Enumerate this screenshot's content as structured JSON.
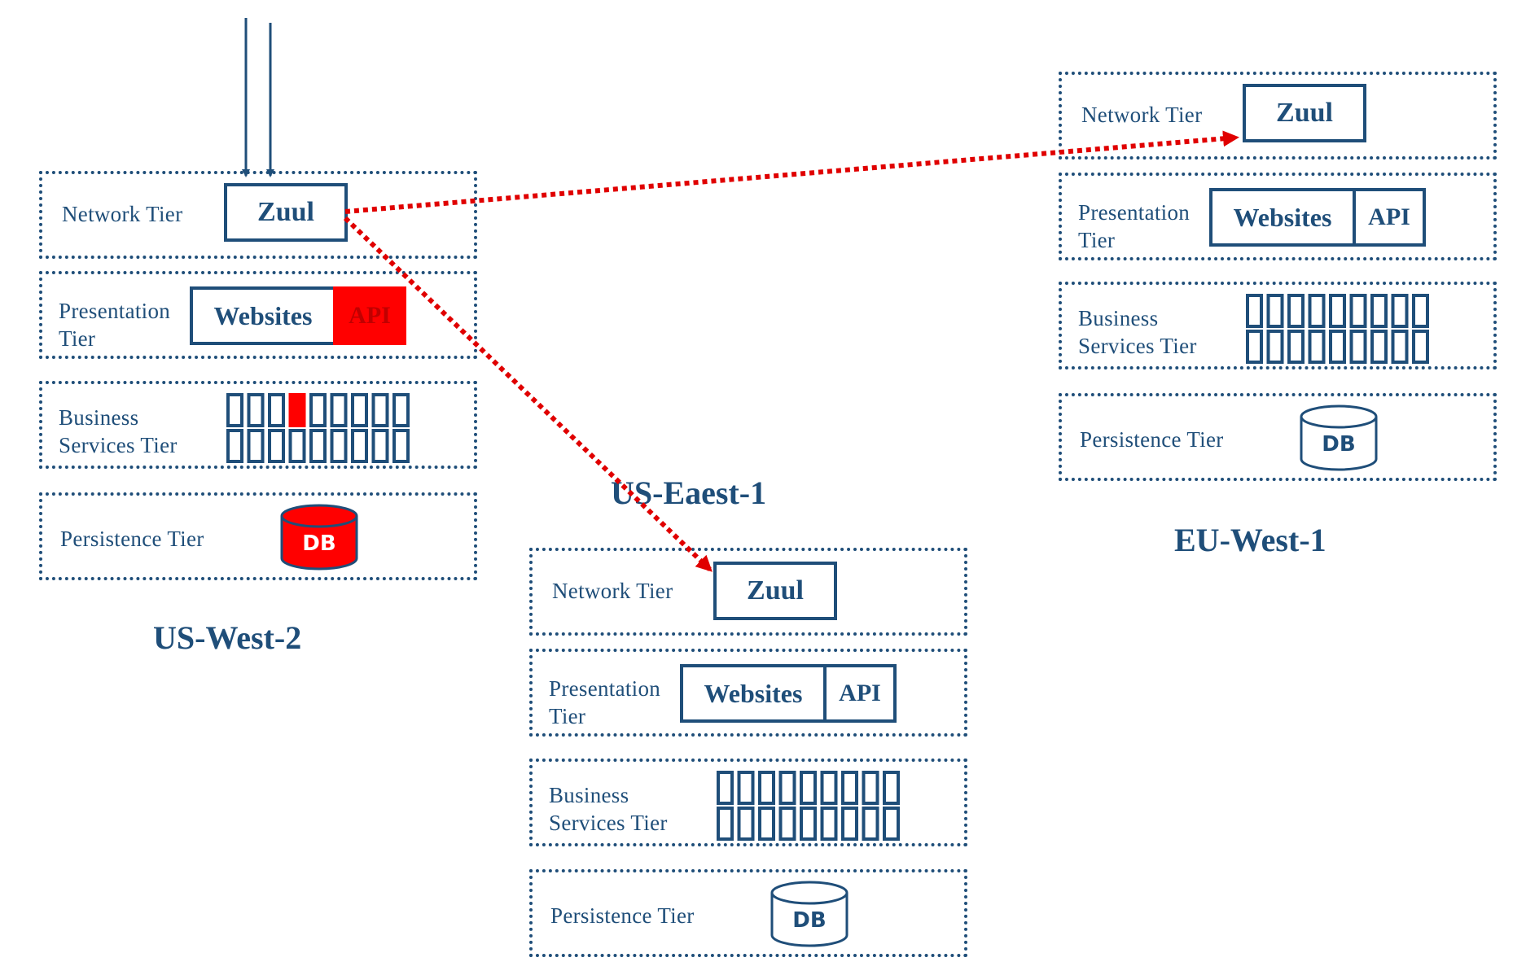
{
  "colors": {
    "primary": "#1f4e79",
    "failure": "#ff0000",
    "failure_text": "#c00000",
    "route": "#e00000"
  },
  "tier_labels": {
    "network": "Network  Tier",
    "presentation": "Presentation\nTier",
    "business": "Business\nServices Tier",
    "persistence": "Persistence Tier"
  },
  "components": {
    "zuul": "Zuul",
    "websites": "Websites",
    "api": "API",
    "db": "DB"
  },
  "regions": {
    "us_west_2": {
      "name": "US-West-2",
      "failed": true
    },
    "us_east_1": {
      "name": "US-Eaest-1",
      "failed": false
    },
    "eu_west_1": {
      "name": "EU-West-1",
      "failed": false
    }
  },
  "business_grid": {
    "rows": 2,
    "cols": 9
  }
}
